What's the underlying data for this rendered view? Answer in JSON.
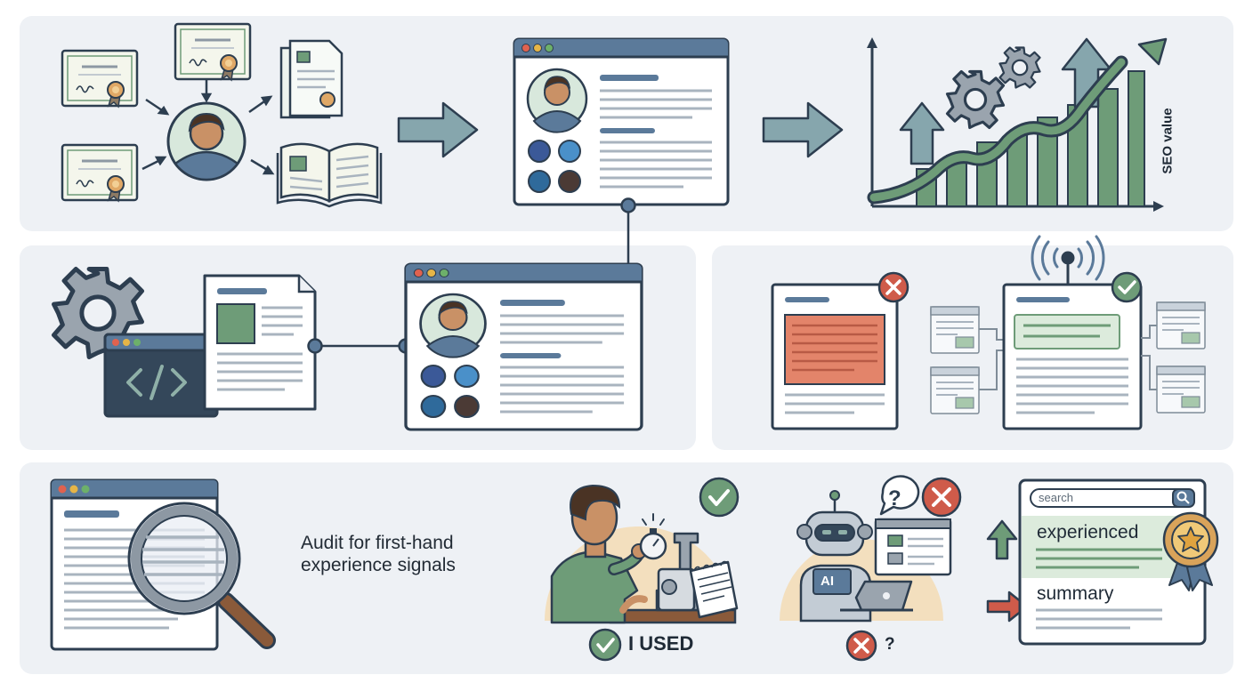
{
  "labels": {
    "audit": "Audit for first-hand experience signals",
    "seo_value": "SEO value",
    "i_used": "I USED",
    "question": "?",
    "search_placeholder": "search",
    "experienced": "experienced",
    "summary": "summary",
    "ai": "AI"
  },
  "icons": {
    "certificates": "certificate-icon",
    "author": "author-avatar-icon",
    "documents": "document-icon",
    "book": "open-book-icon",
    "profile_page": "author-profile-page-icon",
    "social": [
      "facebook-icon",
      "twitter-icon",
      "linkedin-icon",
      "tiktok-icon"
    ],
    "gears": "gear-icon",
    "code": "code-window-icon",
    "chart": "growth-chart-icon",
    "broadcast": "broadcast-icon",
    "magnifier": "magnifier-icon",
    "stopwatch": "stopwatch-icon",
    "robot": "robot-icon",
    "badge": "award-badge-icon",
    "check": "check-icon",
    "cross": "cross-icon"
  },
  "colors": {
    "panel": "#eef1f5",
    "navy": "#2d3e50",
    "slate": "#5b7a9a",
    "green": "#6e9c78",
    "green_light": "#dcebdc",
    "red": "#cf5b4a",
    "salmon": "#e3846a",
    "sand": "#f3dfbe",
    "arrow": "#86a6ad",
    "line": "#a9b4bf"
  }
}
